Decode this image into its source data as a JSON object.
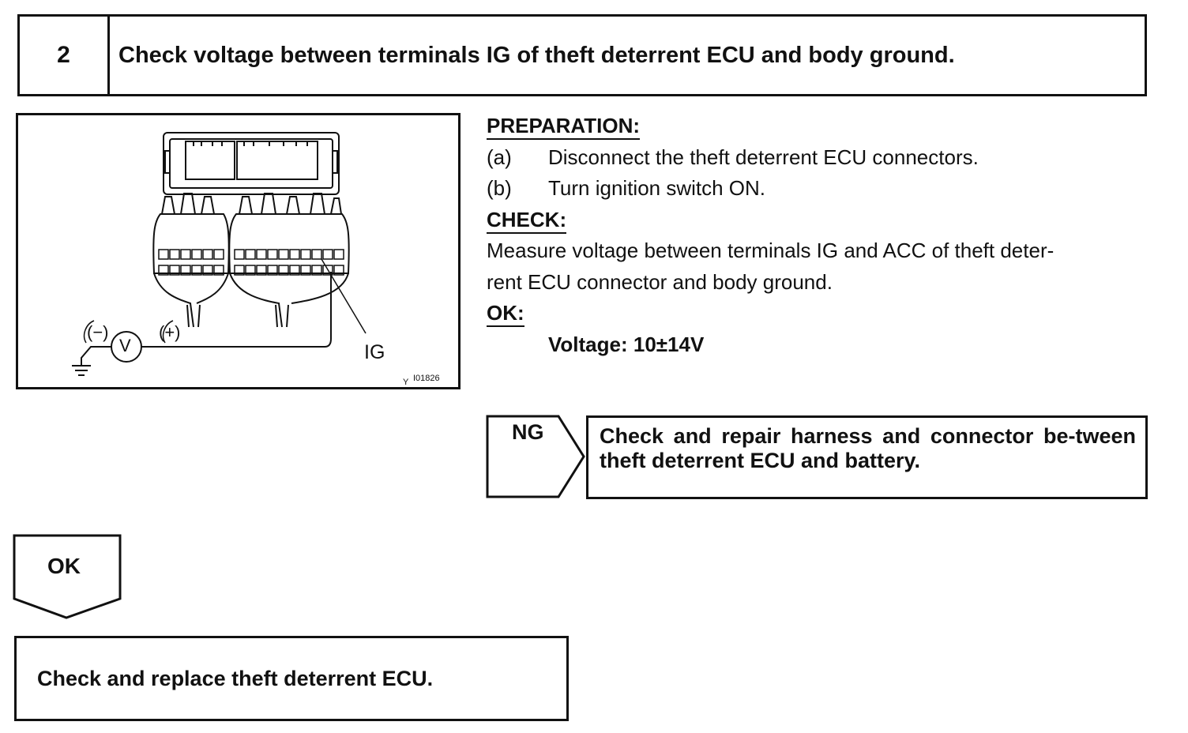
{
  "step": {
    "number": "2",
    "title": "Check voltage between terminals IG of theft deterrent ECU and body ground."
  },
  "figure": {
    "minus_label": "(−)",
    "plus_label": "(+)",
    "meter_label": "V",
    "terminal_label": "IG",
    "figure_id_prefix": "Y",
    "figure_id": "I01826"
  },
  "preparation": {
    "heading": "PREPARATION:",
    "steps": [
      {
        "letter": "(a)",
        "text": "Disconnect the theft deterrent ECU connectors."
      },
      {
        "letter": "(b)",
        "text": "Turn ignition switch ON."
      }
    ]
  },
  "check": {
    "heading": "CHECK:",
    "line1": "Measure voltage between terminals IG and ACC of theft deter-",
    "line2": "rent ECU connector and body ground."
  },
  "ok_spec": {
    "heading": "OK:",
    "spec": "Voltage: 10±14V"
  },
  "ng_branch": {
    "label": "NG",
    "action": "Check and repair harness and connector be-tween theft deterrent ECU and battery."
  },
  "ok_branch": {
    "label": "OK",
    "action": "Check and replace theft deterrent ECU."
  }
}
